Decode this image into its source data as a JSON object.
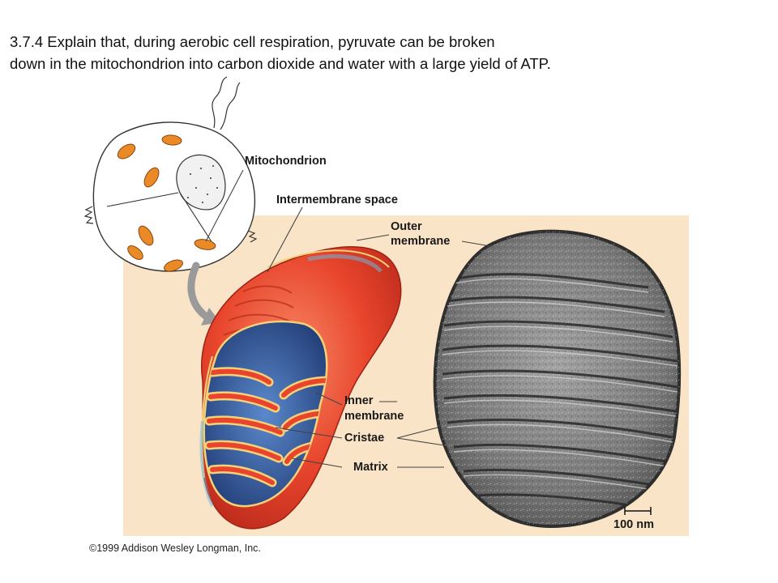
{
  "slide": {
    "heading_line1": "3.7.4 Explain that, during aerobic cell respiration, pyruvate can be broken",
    "heading_line2": "down in the mitochondrion into carbon dioxide and water with a large yield of ATP."
  },
  "diagram": {
    "labels": {
      "mitochondrion": "Mitochondrion",
      "intermembrane_space": "Intermembrane space",
      "outer_membrane_1": "Outer",
      "outer_membrane_2": "membrane",
      "inner_membrane_1": "Inner",
      "inner_membrane_2": "membrane",
      "cristae": "Cristae",
      "matrix": "Matrix"
    },
    "scale_bar": "100 nm",
    "copyright": "©1999 Addison Wesley Longman, Inc.",
    "colors": {
      "panel_background": "#f9e4c8",
      "mitochondrion_outer": "#e8452c",
      "mitochondrion_highlight": "#f7805e",
      "matrix_blue": "#3f6fb5",
      "cristae_yellow": "#f3d27a",
      "organelle_orange": "#ea8a26",
      "micrograph_gray": "#6e6e6e"
    }
  }
}
